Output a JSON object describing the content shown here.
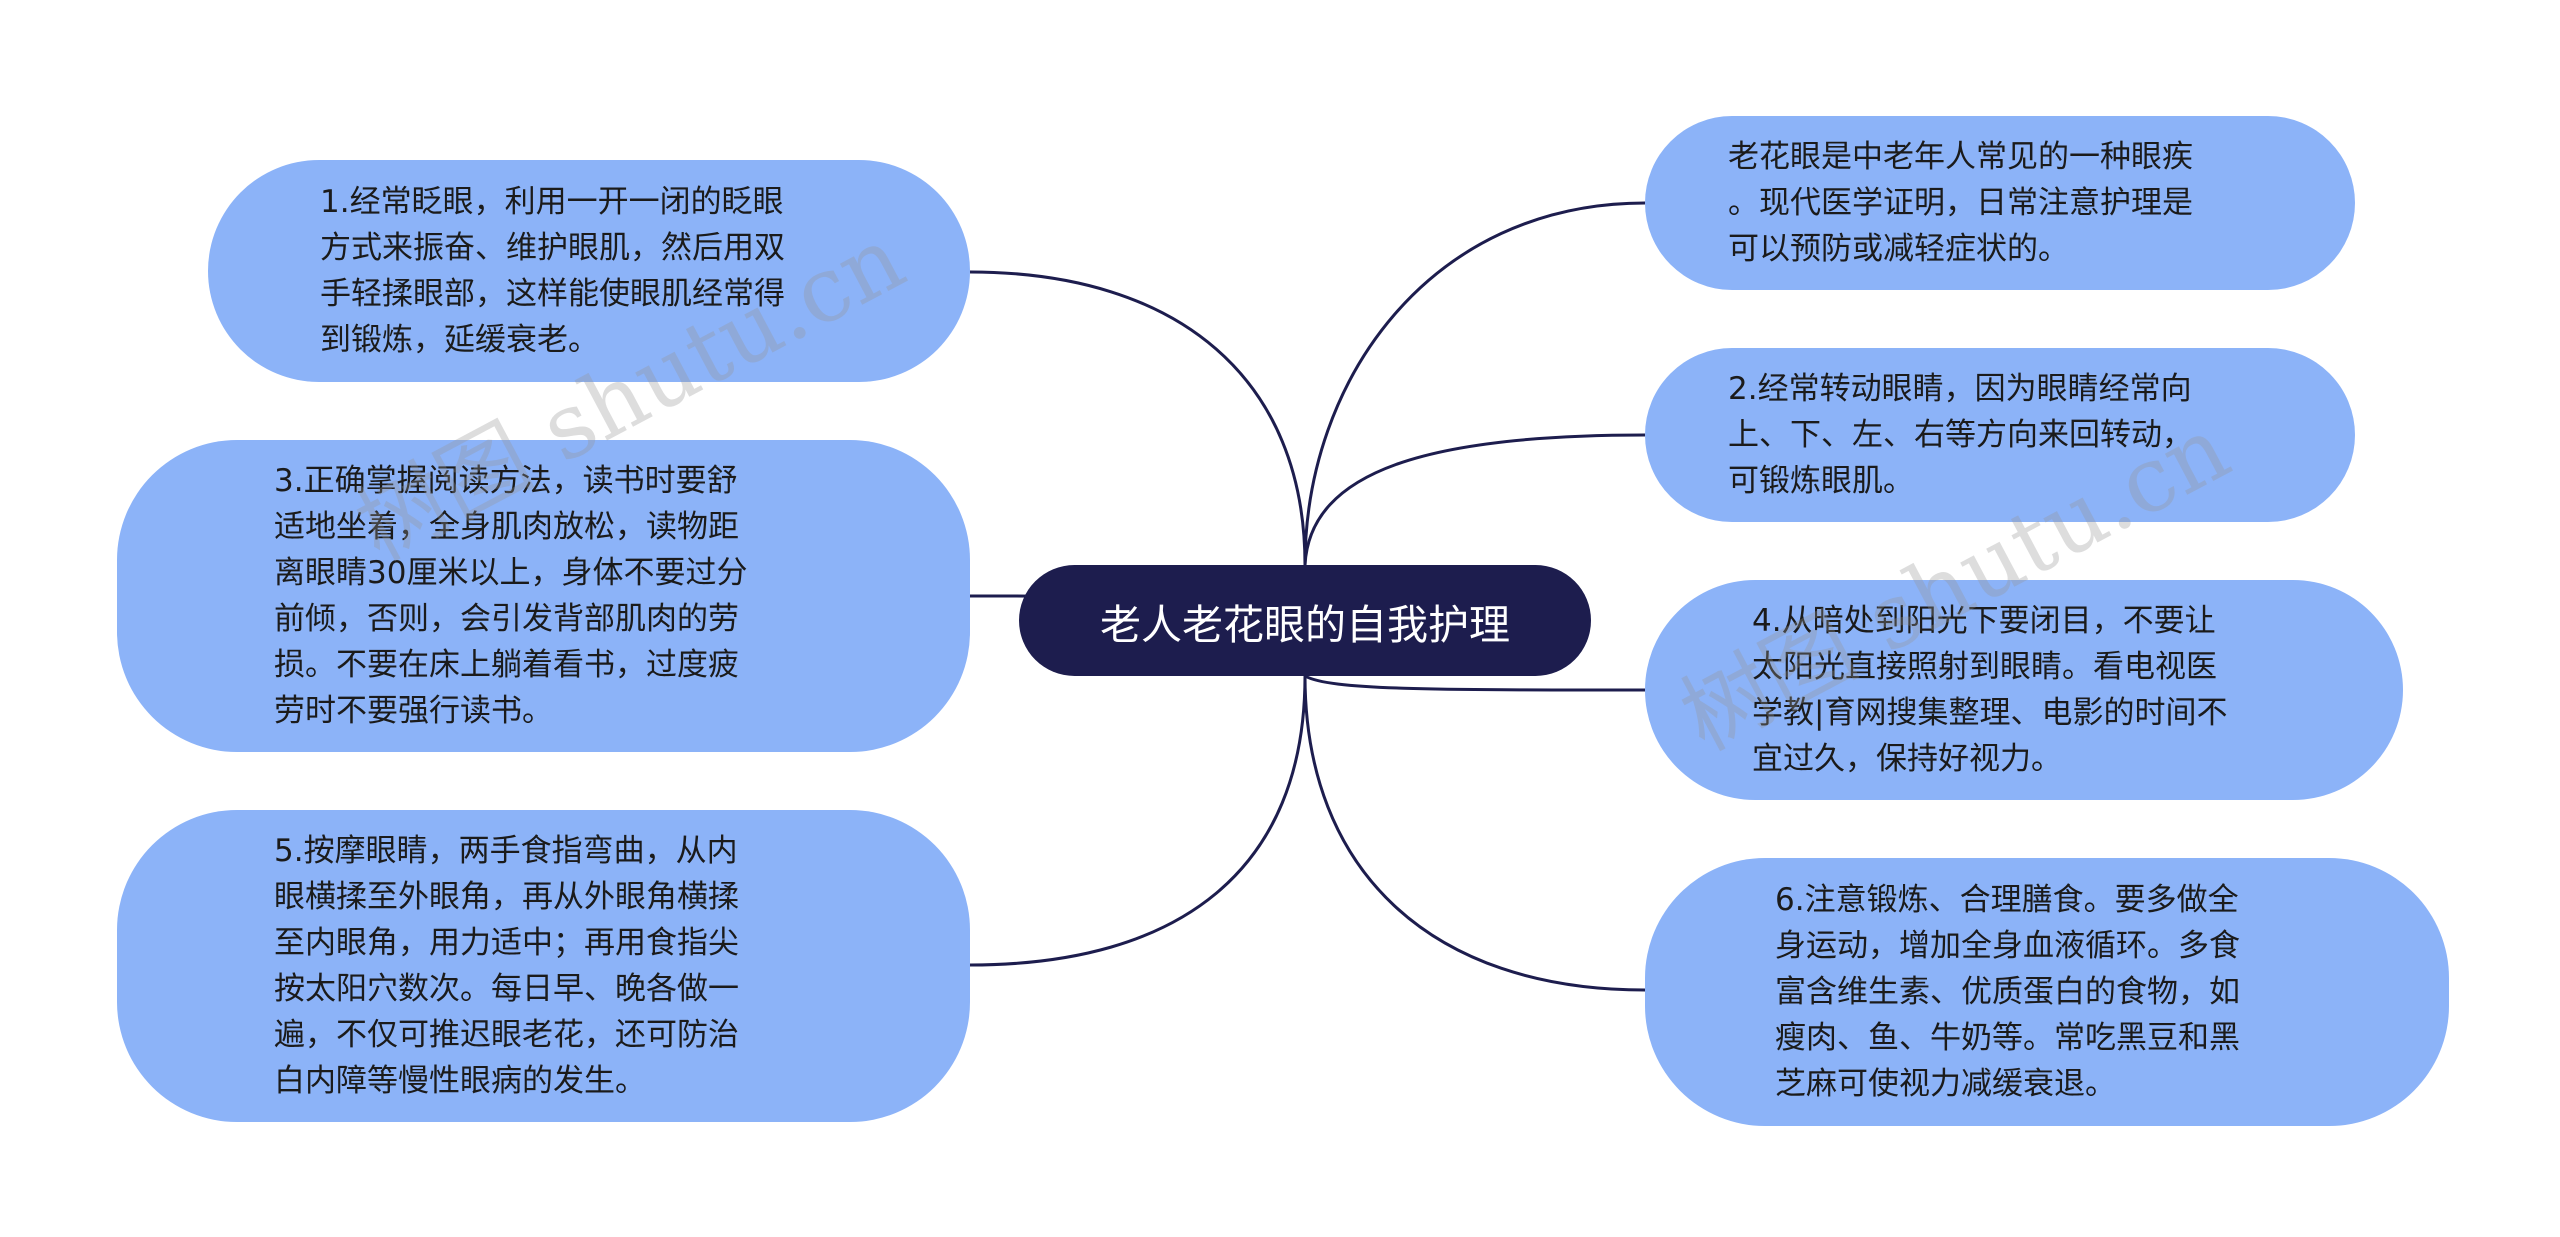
{
  "root": {
    "title": "老人老花眼的自我护理"
  },
  "nodes": {
    "l1": "1.经常眨眼，利用一开一闭的眨眼\n方式来振奋、维护眼肌，然后用双\n手轻揉眼部，这样能使眼肌经常得\n到锻炼，延缓衰老。",
    "l3": "3.正确掌握阅读方法，读书时要舒\n适地坐着，全身肌肉放松，读物距\n离眼睛30厘米以上，身体不要过分\n前倾，否则，会引发背部肌肉的劳\n损。不要在床上躺着看书，过度疲\n劳时不要强行读书。",
    "l5": "5.按摩眼睛，两手食指弯曲，从内\n眼横揉至外眼角，再从外眼角横揉\n至内眼角，用力适中；再用食指尖\n按太阳穴数次。每日早、晚各做一\n遍，不仅可推迟眼老花，还可防治\n白内障等慢性眼病的发生。",
    "r0": "老花眼是中老年人常见的一种眼疾\n。现代医学证明，日常注意护理是\n可以预防或减轻症状的。",
    "r2": "2.经常转动眼睛，因为眼睛经常向\n上、下、左、右等方向来回转动，\n可锻炼眼肌。",
    "r4": "4.从暗处到阳光下要闭目，不要让\n太阳光直接照射到眼睛。看电视医\n学教|育网搜集整理、电影的时间不\n宜过久，保持好视力。",
    "r6": "6.注意锻炼、合理膳食。要多做全\n身运动，增加全身血液循环。多食\n富含维生素、优质蛋白的食物，如\n瘦肉、鱼、牛奶等。常吃黑豆和黑\n芝麻可使视力减缓衰退。"
  },
  "watermarks": {
    "left": "树图 shutu.cn",
    "right": "树图 shutu.cn"
  },
  "colors": {
    "node_fill": "#8cb3f8",
    "root_fill": "#1d1d4e",
    "link": "#1d1d4e"
  }
}
